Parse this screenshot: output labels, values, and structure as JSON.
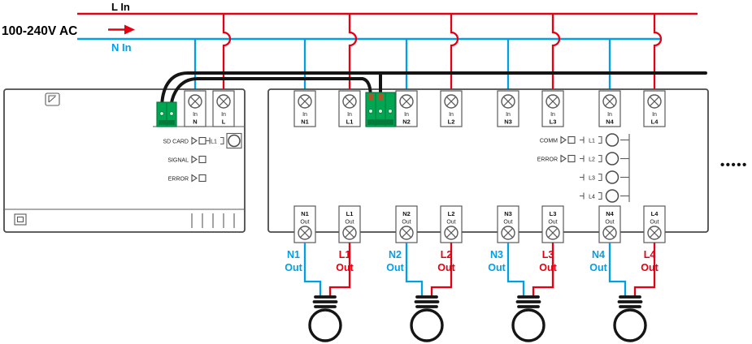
{
  "power": {
    "l_label": "L In",
    "n_label": "N In",
    "voltage_label": "100-240V AC",
    "line_color": "#e60012",
    "neutral_color": "#00a0e9",
    "bus_color": "#151515"
  },
  "left_device": {
    "indicators": [
      "SD CARD",
      "SIGNAL",
      "ERROR"
    ],
    "button_channel": "L1",
    "terminals": [
      {
        "row1": "In",
        "row2": "N"
      },
      {
        "row1": "In",
        "row2": "L"
      }
    ],
    "terminal_green": "#00a651"
  },
  "right_device": {
    "comm_label": "COMM",
    "error_label": "ERROR",
    "channel_buttons": [
      "L1",
      "L2",
      "L3",
      "L4"
    ],
    "input_terminals": [
      {
        "row1": "In",
        "row2": "N1"
      },
      {
        "row1": "In",
        "row2": "L1"
      },
      {
        "row1": "In",
        "row2": "N2"
      },
      {
        "row1": "In",
        "row2": "L2"
      },
      {
        "row1": "In",
        "row2": "N3"
      },
      {
        "row1": "In",
        "row2": "L3"
      },
      {
        "row1": "In",
        "row2": "N4"
      },
      {
        "row1": "In",
        "row2": "L4"
      }
    ],
    "output_terminals": [
      {
        "row1": "N1",
        "row2": "Out"
      },
      {
        "row1": "L1",
        "row2": "Out"
      },
      {
        "row1": "N2",
        "row2": "Out"
      },
      {
        "row1": "L2",
        "row2": "Out"
      },
      {
        "row1": "N3",
        "row2": "Out"
      },
      {
        "row1": "L3",
        "row2": "Out"
      },
      {
        "row1": "N4",
        "row2": "Out"
      },
      {
        "row1": "L4",
        "row2": "Out"
      }
    ]
  },
  "output_labels": [
    {
      "row1": "N1",
      "row2": "Out"
    },
    {
      "row1": "L1",
      "row2": "Out"
    },
    {
      "row1": "N2",
      "row2": "Out"
    },
    {
      "row1": "L2",
      "row2": "Out"
    },
    {
      "row1": "N3",
      "row2": "Out"
    },
    {
      "row1": "L3",
      "row2": "Out"
    },
    {
      "row1": "N4",
      "row2": "Out"
    },
    {
      "row1": "L4",
      "row2": "Out"
    }
  ],
  "ellipsis": "•••••"
}
